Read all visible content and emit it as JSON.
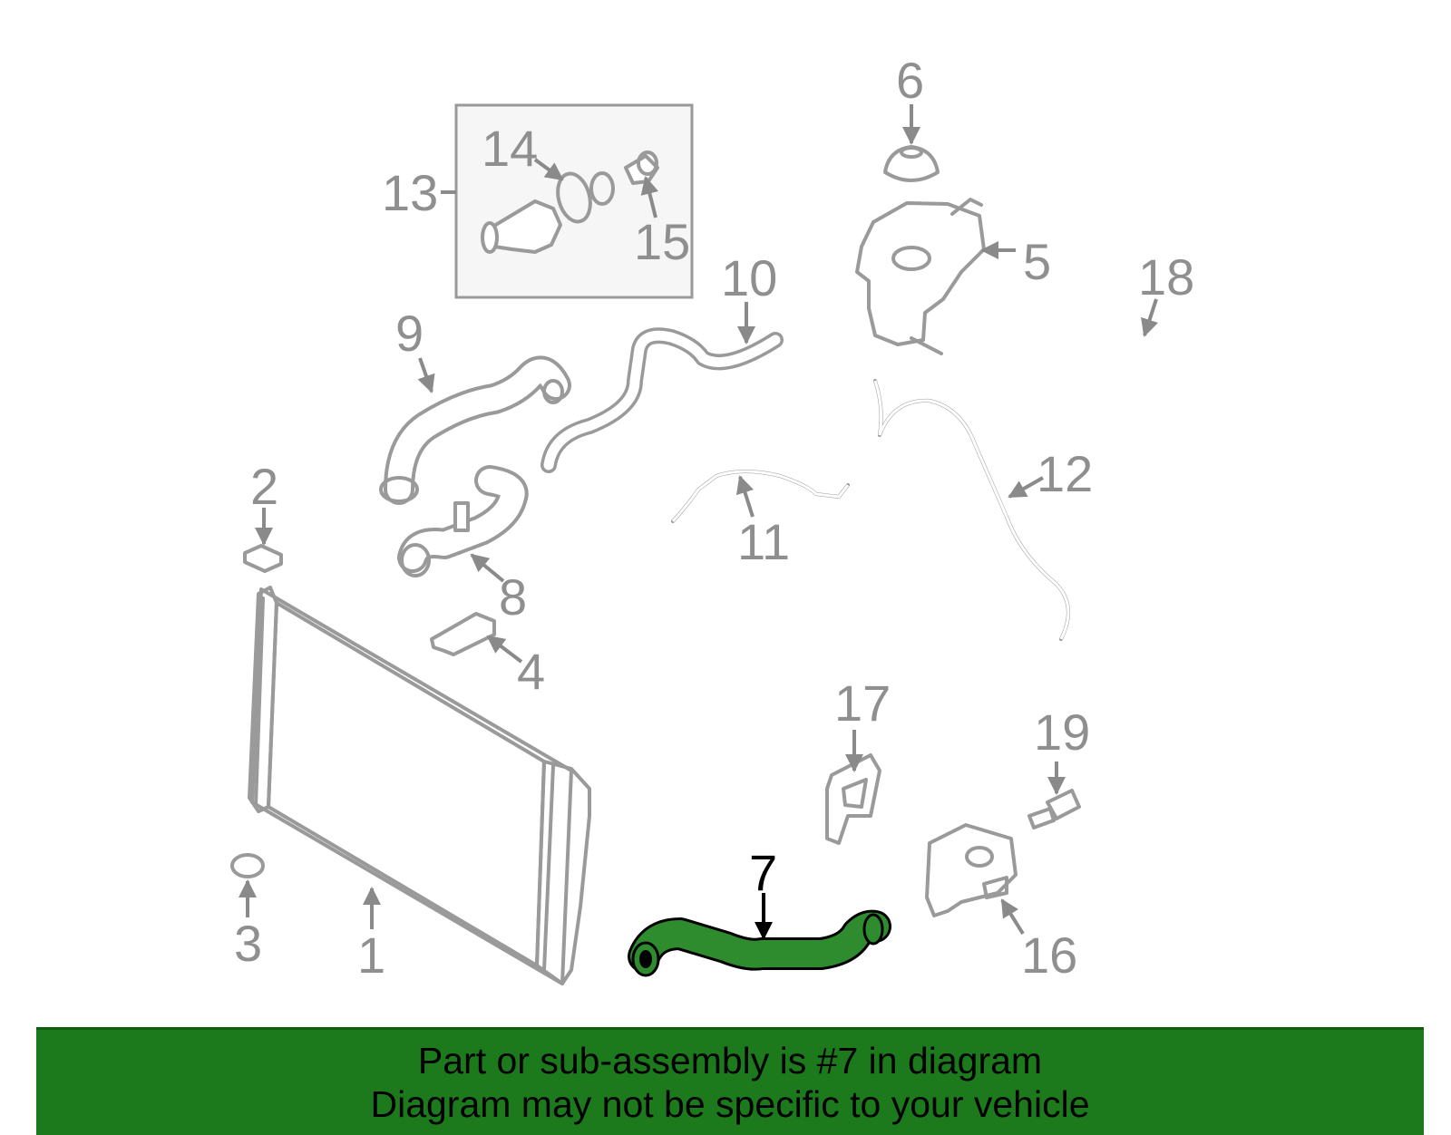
{
  "diagram": {
    "callouts": {
      "c1": "1",
      "c2": "2",
      "c3": "3",
      "c4": "4",
      "c5": "5",
      "c6": "6",
      "c7": "7",
      "c8": "8",
      "c9": "9",
      "c10": "10",
      "c11": "11",
      "c12": "12",
      "c13": "13",
      "c14": "14",
      "c15": "15",
      "c16": "16",
      "c17": "17",
      "c18": "18",
      "c19": "19"
    },
    "highlighted_part": "7",
    "colors": {
      "part_outline": "#9a9a9a",
      "highlight_fill": "#2e8b2e",
      "banner_bg": "#1c7a1c"
    }
  },
  "banner": {
    "line1": "Part or sub-assembly is #7 in diagram",
    "line2": "Diagram may not be specific to your vehicle"
  }
}
